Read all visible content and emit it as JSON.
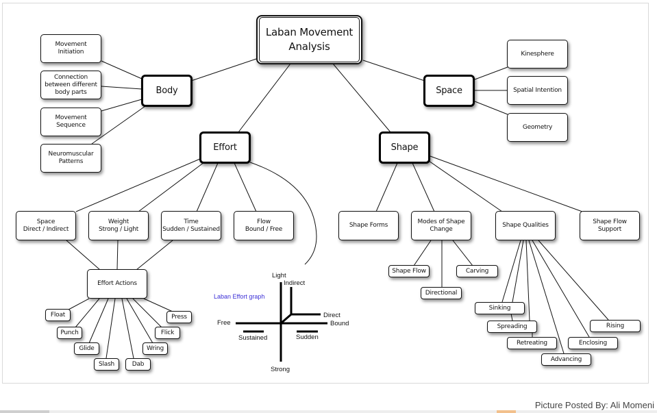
{
  "diagram": {
    "root": "Laban Movement\nAnalysis",
    "categories": {
      "body": "Body",
      "space": "Space",
      "effort": "Effort",
      "shape": "Shape"
    },
    "body_items": [
      "Movement\nInitiation",
      "Connection\nbetween different\nbody parts",
      "Movement\nSequence",
      "Neuromuscular\nPatterns"
    ],
    "space_items": [
      "Kinesphere",
      "Spatial Intention",
      "Geometry"
    ],
    "effort_items": [
      "Space\nDirect / Indirect",
      "Weight\nStrong / Light",
      "Time\nSudden / Sustained",
      "Flow\nBound / Free"
    ],
    "effort_actions": {
      "label": "Effort Actions",
      "items": [
        "Float",
        "Punch",
        "Glide",
        "Slash",
        "Dab",
        "Wring",
        "Flick",
        "Press"
      ]
    },
    "shape_items": [
      "Shape Forms",
      "Modes of Shape\nChange",
      "Shape Qualities",
      "Shape Flow\nSupport"
    ],
    "modes_of_shape_change": [
      "Shape Flow",
      "Directional",
      "Carving"
    ],
    "shape_qualities": [
      "Sinking",
      "Spreading",
      "Retreating",
      "Advancing",
      "Enclosing",
      "Rising"
    ]
  },
  "effort_graph": {
    "title": "Laban Effort graph",
    "labels": {
      "light": "Light",
      "indirect": "Indirect",
      "direct": "Direct",
      "free": "Free",
      "bound": "Bound",
      "sustained": "Sustained",
      "sudden": "Sudden",
      "strong": "Strong"
    }
  },
  "footer": {
    "credit": "Picture Posted By: Ali Momeni"
  }
}
